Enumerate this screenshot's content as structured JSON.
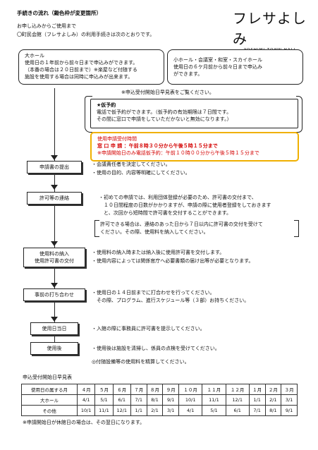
{
  "header": {
    "title": "手続きの流れ（鋤色枠が変更箇所）",
    "line1": "お申し込みからご使用まで",
    "line2": "〇町民会館（フレサよしみ）の利用手続きは次のとおりです。"
  },
  "logo": {
    "main": "フレサよしみ",
    "sub": "YOSHIMI TOWN HALL"
  },
  "large_hall": {
    "label": "大ホール",
    "lines": [
      "使用日の１年前から前々日まで申込みができます。",
      "（本番の場合は２０日前まで）※楽屋など付随する",
      "施設を使用する場合は同時に申込みが出来ます。"
    ]
  },
  "small_rooms": {
    "lines": [
      "小ホール・会議室・和室・スカイホール",
      "使用日の６ケ月前から前々日まで申込み",
      "ができます。"
    ]
  },
  "schedule_note": "※申込受付開始日早見表をご覧ください。",
  "provisional": {
    "title": "★仮予約",
    "lines": [
      "電話で仮予約ができます。（仮予約の有効期限は７日間です。",
      "その間に窓口で申請をしていただかないと無効になります。）"
    ]
  },
  "hours": {
    "title": "使用申請受付時間",
    "line1": "窓 口 申 請 ：午前８時３０分から午後５時１５分まで",
    "line2": "※申請開始日のみ電話仮予約：午前１０時００分から午後５時１５分まで"
  },
  "steps": [
    {
      "label": "申請書の提出",
      "notes": [
        "・会議責任者を決定してください。",
        "・使用の目的、内容等明確にしてください。"
      ]
    },
    {
      "label": "許可等の連絡",
      "notes": [
        "・初めての申請では、利用団体登録が必要のため、許可書の交付まで、",
        "　１０日間程度の日数がかかりますが、申請の際に使用者登録をしておきます",
        "　と、次回から短時間で許可書を交付することができます。"
      ],
      "box_lines": [
        "許可できる場合は、連絡のあった日から７日以内に許可書の交付を受けて",
        "ください。その際、使用料を納入してください。"
      ]
    },
    {
      "label_lines": [
        "使用料の納入",
        "使用許可書の交付"
      ],
      "notes": [
        "・使用料の納入時または納入後に使用許可書を交付します。",
        "・使用内容によっては関係官庁へ必要書類の届け出等が必要となります。"
      ]
    },
    {
      "label": "事前の打ち合わせ",
      "notes": [
        "・使用日の１４日前までに打合わせを行ってください。",
        "　その際、プログラム、進行スケジュール等（３部）お持ちください。"
      ]
    },
    {
      "label": "使用日当日",
      "notes": [
        "・入館の際に事務員に許可書を提示してください。"
      ]
    },
    {
      "label": "使用後",
      "notes": [
        "・使用後は施設を清掃し、係員の点検を受けてください。"
      ]
    }
  ],
  "fee_note": "◎付随設備等の使用料を精算してください。",
  "table": {
    "title": "申込受付開始日早見表",
    "header": [
      "使用日の属する月",
      "４月",
      "５月",
      "６月",
      "７月",
      "８月",
      "９月",
      "１０月",
      "１１月",
      "１２月",
      "１月",
      "２月",
      "３月"
    ],
    "rows": [
      [
        "大ホール",
        "4/1",
        "5/1",
        "6/1",
        "7/1",
        "8/1",
        "9/1",
        "10/1",
        "11/1",
        "12/1",
        "1/1",
        "2/1",
        "3/1"
      ],
      [
        "その他",
        "10/1",
        "11/1",
        "12/1",
        "1/1",
        "2/1",
        "3/1",
        "4/1",
        "5/1",
        "6/1",
        "7/1",
        "8/1",
        "9/1"
      ]
    ],
    "footnote": "※申請開始日が休館日の場合は、その翌日になります。"
  }
}
